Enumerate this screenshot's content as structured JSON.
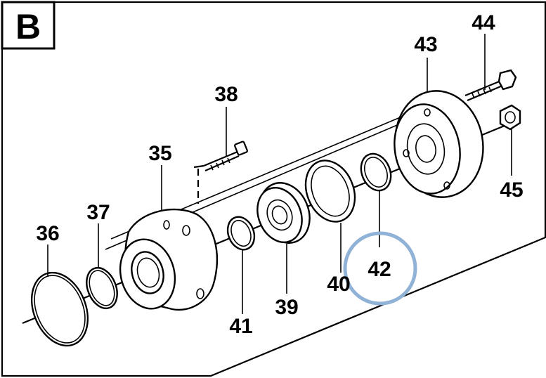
{
  "panel_label": "B",
  "callouts": [
    {
      "id": "p36",
      "text": "36"
    },
    {
      "id": "p37",
      "text": "37"
    },
    {
      "id": "p35",
      "text": "35"
    },
    {
      "id": "p38",
      "text": "38"
    },
    {
      "id": "p41",
      "text": "41"
    },
    {
      "id": "p39",
      "text": "39"
    },
    {
      "id": "p40",
      "text": "40"
    },
    {
      "id": "p42",
      "text": "42"
    },
    {
      "id": "p43",
      "text": "43"
    },
    {
      "id": "p44",
      "text": "44"
    },
    {
      "id": "p45",
      "text": "45"
    }
  ],
  "highlight": {
    "target": "42",
    "color": "#8fb2d6"
  }
}
